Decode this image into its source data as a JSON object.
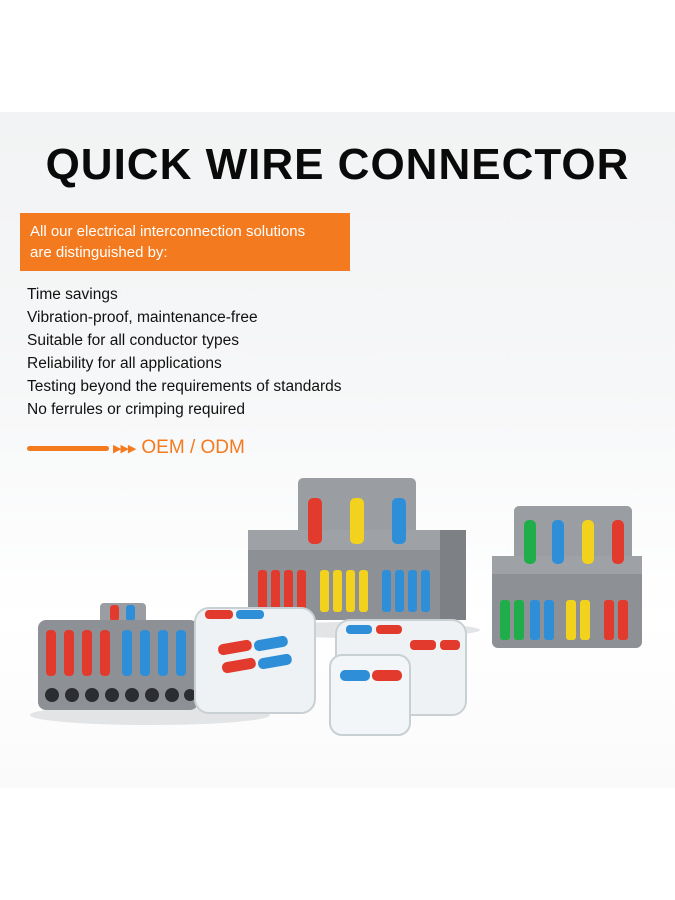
{
  "title": "QUICK WIRE CONNECTOR",
  "banner": {
    "line1": "All our electrical interconnection solutions",
    "line2": "are distinguished by:"
  },
  "features": [
    "Time savings",
    "Vibration-proof, maintenance-free",
    "Suitable for all conductor types",
    "Reliability for all applications",
    "Testing beyond the requirements of standards",
    "No ferrules or crimping required"
  ],
  "oem_label": "OEM / ODM",
  "colors": {
    "accent": "#f47a1f",
    "housing": "#8d9196",
    "red": "#e23b2e",
    "blue": "#2e8fd8",
    "yellow": "#f2d21c",
    "green": "#1fae4a"
  },
  "icons": [
    "arrow-right-icon"
  ]
}
